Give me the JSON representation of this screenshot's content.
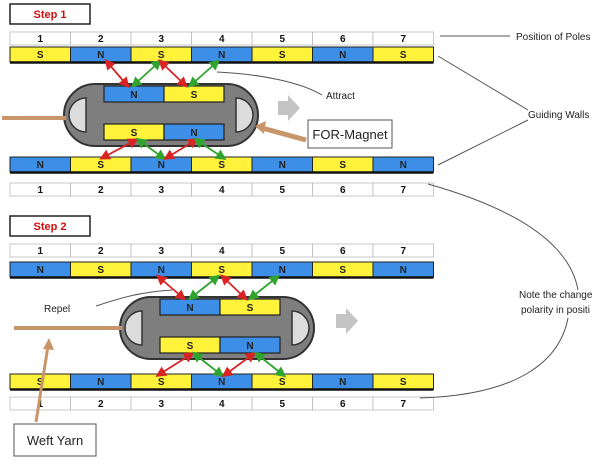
{
  "colors": {
    "north": "#3d8ee6",
    "south": "#fff23a",
    "magnet_body": "#7e7e7e",
    "attract_arrow": "#2fa52f",
    "repel_arrow": "#d82424",
    "yarn": "#c8966a",
    "motion_arrow": "#c4c4c4",
    "step_label": "#d01010"
  },
  "labels": {
    "step1": "Step 1",
    "step2": "Step 2",
    "position_of_poles": "Position of Poles",
    "attract": "Attract",
    "guiding_walls": "Guiding Walls",
    "for_magnet": "FOR-Magnet",
    "repel": "Repel",
    "note_line1": "Note the change",
    "note_line2": "polarity in positi",
    "weft_yarn": "Weft Yarn"
  },
  "positions": [
    "1",
    "2",
    "3",
    "4",
    "5",
    "6",
    "7"
  ],
  "walls": {
    "step1_top": [
      "S",
      "N",
      "S",
      "N",
      "S",
      "N",
      "S"
    ],
    "step1_bottom": [
      "N",
      "S",
      "N",
      "S",
      "N",
      "S",
      "N"
    ],
    "step2_top": [
      "N",
      "S",
      "N",
      "S",
      "N",
      "S",
      "N"
    ],
    "step2_bottom": [
      "S",
      "N",
      "S",
      "N",
      "S",
      "N",
      "S"
    ]
  },
  "magnet_poles": {
    "step1_top": [
      "N",
      "S"
    ],
    "step1_bottom": [
      "S",
      "N"
    ],
    "step2_top": [
      "N",
      "S"
    ],
    "step2_bottom": [
      "S",
      "N"
    ]
  }
}
